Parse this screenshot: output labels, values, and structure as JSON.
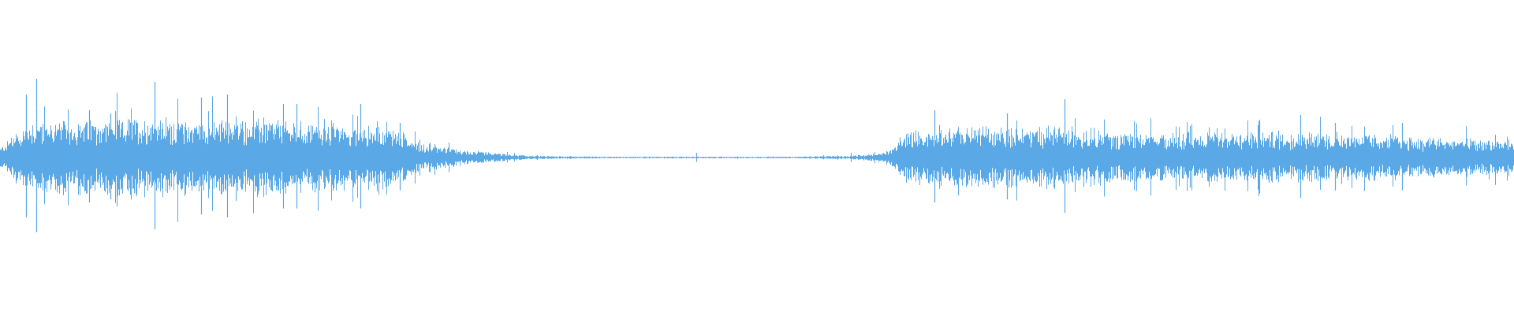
{
  "waveform": {
    "color": "#5aa9e6",
    "background": "#ffffff",
    "envelope": [
      {
        "t": 0.0,
        "amp": 0.06
      },
      {
        "t": 0.02,
        "amp": 0.22
      },
      {
        "t": 0.06,
        "amp": 0.22
      },
      {
        "t": 0.1,
        "amp": 0.24
      },
      {
        "t": 0.14,
        "amp": 0.22
      },
      {
        "t": 0.18,
        "amp": 0.22
      },
      {
        "t": 0.22,
        "amp": 0.2
      },
      {
        "t": 0.26,
        "amp": 0.18
      },
      {
        "t": 0.28,
        "amp": 0.08
      },
      {
        "t": 0.31,
        "amp": 0.04
      },
      {
        "t": 0.35,
        "amp": 0.01
      },
      {
        "t": 0.4,
        "amp": 0.005
      },
      {
        "t": 0.46,
        "amp": 0.005
      },
      {
        "t": 0.52,
        "amp": 0.005
      },
      {
        "t": 0.56,
        "amp": 0.01
      },
      {
        "t": 0.585,
        "amp": 0.03
      },
      {
        "t": 0.6,
        "amp": 0.16
      },
      {
        "t": 0.64,
        "amp": 0.18
      },
      {
        "t": 0.7,
        "amp": 0.18
      },
      {
        "t": 0.76,
        "amp": 0.14
      },
      {
        "t": 0.82,
        "amp": 0.15
      },
      {
        "t": 0.88,
        "amp": 0.15
      },
      {
        "t": 0.94,
        "amp": 0.12
      },
      {
        "t": 1.0,
        "amp": 0.1
      }
    ],
    "peaks": [
      {
        "t": 0.017,
        "amp": 0.4
      },
      {
        "t": 0.024,
        "amp": 0.5
      },
      {
        "t": 0.059,
        "amp": 0.3
      },
      {
        "t": 0.073,
        "amp": 0.28
      },
      {
        "t": 0.102,
        "amp": 0.48
      },
      {
        "t": 0.133,
        "amp": 0.38
      },
      {
        "t": 0.15,
        "amp": 0.4
      },
      {
        "t": 0.187,
        "amp": 0.34
      },
      {
        "t": 0.196,
        "amp": 0.34
      },
      {
        "t": 0.238,
        "amp": 0.34
      },
      {
        "t": 0.264,
        "amp": 0.22
      },
      {
        "t": 0.46,
        "amp": 0.03
      },
      {
        "t": 0.562,
        "amp": 0.03
      },
      {
        "t": 0.617,
        "amp": 0.3
      },
      {
        "t": 0.665,
        "amp": 0.28
      },
      {
        "t": 0.703,
        "amp": 0.37
      },
      {
        "t": 0.786,
        "amp": 0.2
      },
      {
        "t": 0.832,
        "amp": 0.24
      },
      {
        "t": 0.859,
        "amp": 0.27
      },
      {
        "t": 0.882,
        "amp": 0.22
      },
      {
        "t": 0.926,
        "amp": 0.22
      },
      {
        "t": 0.994,
        "amp": 0.1
      }
    ]
  }
}
